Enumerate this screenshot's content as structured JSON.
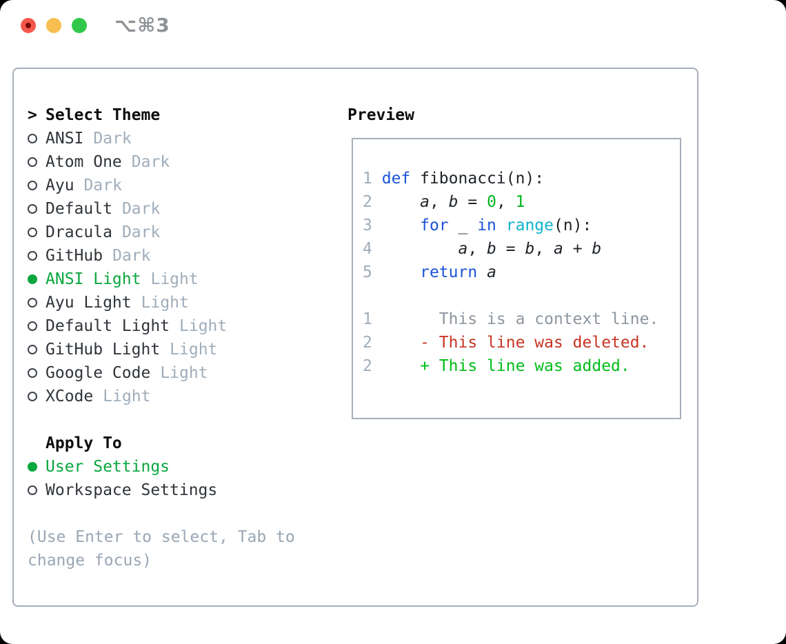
{
  "window": {
    "title": "⌥⌘3"
  },
  "colors": {
    "traffic-red": "#f4574c",
    "traffic-red-dot": "#750c04",
    "traffic-yellow": "#f6bf4f",
    "traffic-green": "#32c74a",
    "title-gray": "#8e9196",
    "border": "#a6aeb9",
    "text": "#2f343a",
    "dim": "#9fadba",
    "hint": "#9aa6b4",
    "green": "#0aa63e",
    "kw": "#1b53d9",
    "fn": "#0fb4cc",
    "numlit": "#00b51c",
    "linenum": "#9fadba",
    "ctx": "#8d969f",
    "del": "#c73522",
    "add": "#00bd17",
    "code-text": "#1e2328"
  },
  "select_theme": {
    "pointer": ">",
    "header": "Select Theme",
    "items": [
      {
        "name": "ANSI",
        "tag": "Dark",
        "selected": false
      },
      {
        "name": "Atom One",
        "tag": "Dark",
        "selected": false
      },
      {
        "name": "Ayu",
        "tag": "Dark",
        "selected": false
      },
      {
        "name": "Default",
        "tag": "Dark",
        "selected": false
      },
      {
        "name": "Dracula",
        "tag": "Dark",
        "selected": false
      },
      {
        "name": "GitHub",
        "tag": "Dark",
        "selected": false
      },
      {
        "name": "ANSI Light",
        "tag": "Light",
        "selected": true
      },
      {
        "name": "Ayu Light",
        "tag": "Light",
        "selected": false
      },
      {
        "name": "Default Light",
        "tag": "Light",
        "selected": false
      },
      {
        "name": "GitHub Light",
        "tag": "Light",
        "selected": false
      },
      {
        "name": "Google Code",
        "tag": "Light",
        "selected": false
      },
      {
        "name": "XCode",
        "tag": "Light",
        "selected": false
      }
    ]
  },
  "apply_to": {
    "header": "Apply To",
    "options": [
      {
        "label": "User Settings",
        "selected": true
      },
      {
        "label": "Workspace Settings",
        "selected": false
      }
    ]
  },
  "hint": {
    "line1": "(Use Enter to select, Tab to",
    "line2": "change focus)"
  },
  "preview": {
    "header": "Preview",
    "lines": [
      {
        "tokens": [
          {
            "type": "num",
            "text": "1"
          },
          {
            "type": "plain",
            "text": " "
          },
          {
            "type": "kw",
            "text": "def"
          },
          {
            "type": "plain",
            "text": " fibonacci(n):"
          }
        ]
      },
      {
        "tokens": [
          {
            "type": "num",
            "text": "2"
          },
          {
            "type": "plain",
            "text": "     "
          },
          {
            "type": "var",
            "text": "a"
          },
          {
            "type": "plain",
            "text": ", "
          },
          {
            "type": "var",
            "text": "b"
          },
          {
            "type": "plain",
            "text": " = "
          },
          {
            "type": "numlit",
            "text": "0"
          },
          {
            "type": "plain",
            "text": ", "
          },
          {
            "type": "numlit",
            "text": "1"
          }
        ]
      },
      {
        "tokens": [
          {
            "type": "num",
            "text": "3"
          },
          {
            "type": "plain",
            "text": "     "
          },
          {
            "type": "kw",
            "text": "for"
          },
          {
            "type": "plain",
            "text": " _ "
          },
          {
            "type": "kw",
            "text": "in"
          },
          {
            "type": "plain",
            "text": " "
          },
          {
            "type": "fn",
            "text": "range"
          },
          {
            "type": "plain",
            "text": "(n):"
          }
        ]
      },
      {
        "tokens": [
          {
            "type": "num",
            "text": "4"
          },
          {
            "type": "plain",
            "text": "         "
          },
          {
            "type": "var",
            "text": "a"
          },
          {
            "type": "plain",
            "text": ", "
          },
          {
            "type": "var",
            "text": "b"
          },
          {
            "type": "plain",
            "text": " = "
          },
          {
            "type": "var",
            "text": "b"
          },
          {
            "type": "plain",
            "text": ", "
          },
          {
            "type": "var",
            "text": "a"
          },
          {
            "type": "plain",
            "text": " + "
          },
          {
            "type": "var",
            "text": "b"
          }
        ]
      },
      {
        "tokens": [
          {
            "type": "num",
            "text": "5"
          },
          {
            "type": "plain",
            "text": "     "
          },
          {
            "type": "kw",
            "text": "return"
          },
          {
            "type": "plain",
            "text": " "
          },
          {
            "type": "var",
            "text": "a"
          }
        ]
      },
      {
        "tokens": []
      },
      {
        "tokens": [
          {
            "type": "num",
            "text": "1"
          },
          {
            "type": "ctx",
            "text": "       This is a context line."
          }
        ]
      },
      {
        "tokens": [
          {
            "type": "num",
            "text": "2"
          },
          {
            "type": "plain",
            "text": "     "
          },
          {
            "type": "del",
            "text": "- This line was deleted."
          }
        ]
      },
      {
        "tokens": [
          {
            "type": "num",
            "text": "2"
          },
          {
            "type": "plain",
            "text": "     "
          },
          {
            "type": "add",
            "text": "+ This line was added."
          }
        ]
      }
    ]
  }
}
